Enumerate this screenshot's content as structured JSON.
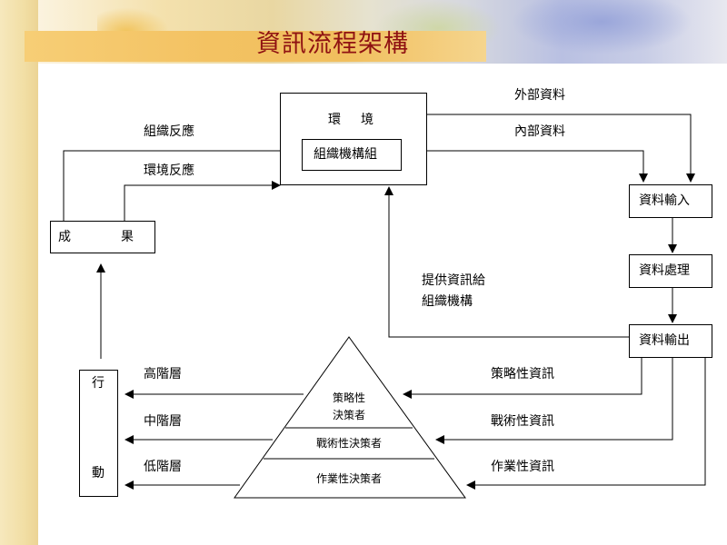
{
  "title": "資訊流程架構",
  "environment": {
    "label_a": "環",
    "label_b": "境",
    "org_group": "組織機構組"
  },
  "data_in_labels": {
    "external": "外部資料",
    "internal": "內部資料"
  },
  "feedback": {
    "org": "組織反應",
    "env": "環境反應"
  },
  "process": {
    "input": "資料輸入",
    "processing": "資料處理",
    "output": "資料輸出"
  },
  "provide": {
    "line1": "提供資訊給",
    "line2": "組織機構"
  },
  "result": {
    "a": "成",
    "b": "果"
  },
  "action": {
    "a": "行",
    "b": "動"
  },
  "levels": {
    "high": "高階層",
    "mid": "中階層",
    "low": "低階層"
  },
  "info_types": {
    "strategic": "策略性資訊",
    "tactical": "戰術性資訊",
    "operational": "作業性資訊"
  },
  "pyramid": {
    "top_line1": "策略性",
    "top_line2": "決策者",
    "middle": "戰術性決策者",
    "bottom": "作業性決策者"
  }
}
